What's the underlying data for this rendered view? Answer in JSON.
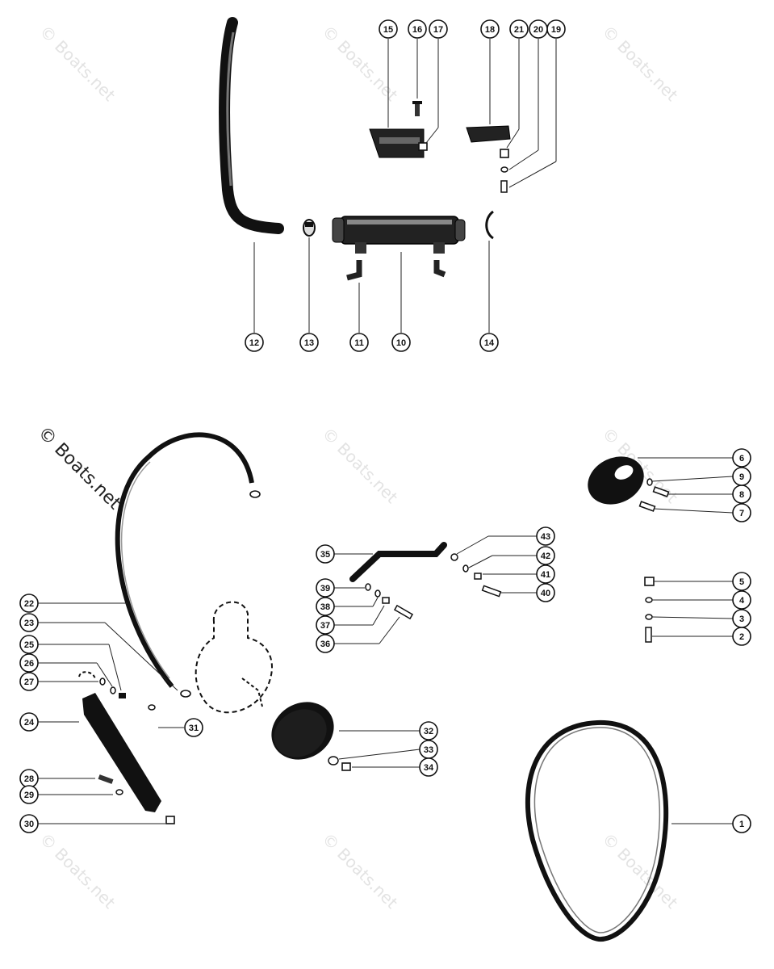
{
  "watermark": {
    "text": "© Boats.net",
    "prominent_text": "© Boats.net"
  },
  "callouts": [
    {
      "id": "c1",
      "label": "1"
    },
    {
      "id": "c2",
      "label": "2"
    },
    {
      "id": "c3",
      "label": "3"
    },
    {
      "id": "c4",
      "label": "4"
    },
    {
      "id": "c5",
      "label": "5"
    },
    {
      "id": "c6",
      "label": "6"
    },
    {
      "id": "c7",
      "label": "7"
    },
    {
      "id": "c8",
      "label": "8"
    },
    {
      "id": "c9",
      "label": "9"
    },
    {
      "id": "c10",
      "label": "10"
    },
    {
      "id": "c11",
      "label": "11"
    },
    {
      "id": "c12",
      "label": "12"
    },
    {
      "id": "c13",
      "label": "13"
    },
    {
      "id": "c14",
      "label": "14"
    },
    {
      "id": "c15",
      "label": "15"
    },
    {
      "id": "c16",
      "label": "16"
    },
    {
      "id": "c17",
      "label": "17"
    },
    {
      "id": "c18",
      "label": "18"
    },
    {
      "id": "c19",
      "label": "19"
    },
    {
      "id": "c20",
      "label": "20"
    },
    {
      "id": "c21",
      "label": "21"
    },
    {
      "id": "c22",
      "label": "22"
    },
    {
      "id": "c23",
      "label": "23"
    },
    {
      "id": "c24",
      "label": "24"
    },
    {
      "id": "c25",
      "label": "25"
    },
    {
      "id": "c26",
      "label": "26"
    },
    {
      "id": "c27",
      "label": "27"
    },
    {
      "id": "c28",
      "label": "28"
    },
    {
      "id": "c29",
      "label": "29"
    },
    {
      "id": "c30",
      "label": "30"
    },
    {
      "id": "c31",
      "label": "31"
    },
    {
      "id": "c32",
      "label": "32"
    },
    {
      "id": "c33",
      "label": "33"
    },
    {
      "id": "c34",
      "label": "34"
    },
    {
      "id": "c35",
      "label": "35"
    },
    {
      "id": "c36",
      "label": "36"
    },
    {
      "id": "c37",
      "label": "37"
    },
    {
      "id": "c38",
      "label": "38"
    },
    {
      "id": "c39",
      "label": "39"
    },
    {
      "id": "c40",
      "label": "40"
    },
    {
      "id": "c41",
      "label": "41"
    },
    {
      "id": "c42",
      "label": "42"
    },
    {
      "id": "c43",
      "label": "43"
    }
  ]
}
